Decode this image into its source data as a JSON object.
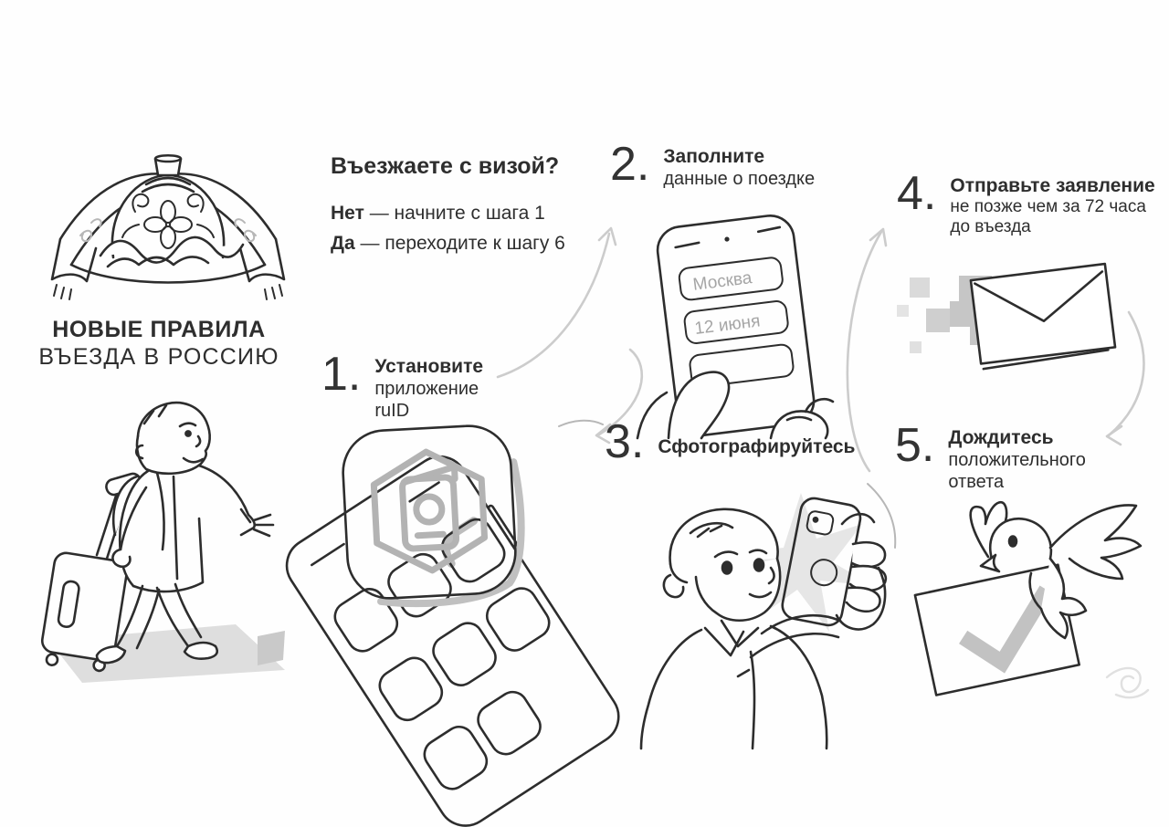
{
  "poster": {
    "title_line1": "НОВЫЕ ПРАВИЛА",
    "title_line2": "ВЪЕЗДА В РОССИЮ"
  },
  "visa_question": {
    "heading": "Въезжаете с визой?",
    "option_no_label": "Нет",
    "option_no_text": "— начните с шага 1",
    "option_yes_label": "Да",
    "option_yes_text": "— переходите к шагу 6"
  },
  "steps": [
    {
      "number": "1.",
      "title": "Установите",
      "detail": "приложение\nruID"
    },
    {
      "number": "2.",
      "title": "Заполните",
      "detail": "данные о поездке"
    },
    {
      "number": "3.",
      "title": "Сфотографируйтесь",
      "detail": ""
    },
    {
      "number": "4.",
      "title": "Отправьте заявление",
      "detail": "не позже чем за 72 часа\nдо въезда"
    },
    {
      "number": "5.",
      "title": "Дождитесь",
      "detail": "положительного\nответа"
    }
  ],
  "app_form": {
    "city_value": "Москва",
    "date_value": "12 июня"
  },
  "icons": {
    "bread_and_salt": "karavay-welcome-bread-icon",
    "traveler": "traveler-with-suitcase-icon",
    "phone_grid": "smartphone-app-grid-icon",
    "app_icon": "ruid-passport-app-icon",
    "phone_form": "smartphone-trip-form-icon",
    "selfie": "man-taking-selfie-icon",
    "envelope": "sending-envelope-icon",
    "dove": "dove-approved-document-icon"
  },
  "colors": {
    "ink": "#2d2d2d",
    "arrow_gray": "#c9c9c9",
    "fill_gray": "#c2c2c2",
    "paper": "#fefefe"
  }
}
